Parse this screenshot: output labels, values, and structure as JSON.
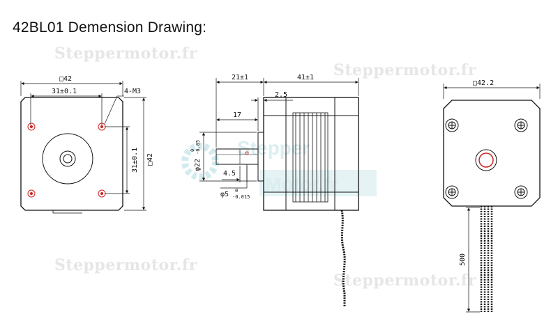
{
  "title": "42BL01 Demension Drawing:",
  "watermarks": {
    "text": "Steppermotor.fr",
    "logo_line1": "Stepper",
    "logo_line2": "Motor.fr",
    "logo_color": "#cfe9ee"
  },
  "front_view": {
    "square": "□42",
    "hole_spacing_h": "31±0.1",
    "holes": "4-M3",
    "hole_spacing_v": "31±0.1",
    "side": "□42"
  },
  "side_view": {
    "shaft_length": "21±1",
    "body_length": "41±1",
    "flange": "2.5",
    "shaft_flat": "17",
    "pilot_diameter": "φ22",
    "pilot_tol_upper": "0",
    "pilot_tol_lower": "-0.05",
    "flat_depth": "4.5",
    "shaft_diameter": "φ5",
    "shaft_tol_upper": "0",
    "shaft_tol_lower": "-0.015"
  },
  "rear_view": {
    "square": "□42.2",
    "lead_length": "500"
  },
  "colors": {
    "line": "#111111",
    "hole_accent": "#cc2222"
  }
}
